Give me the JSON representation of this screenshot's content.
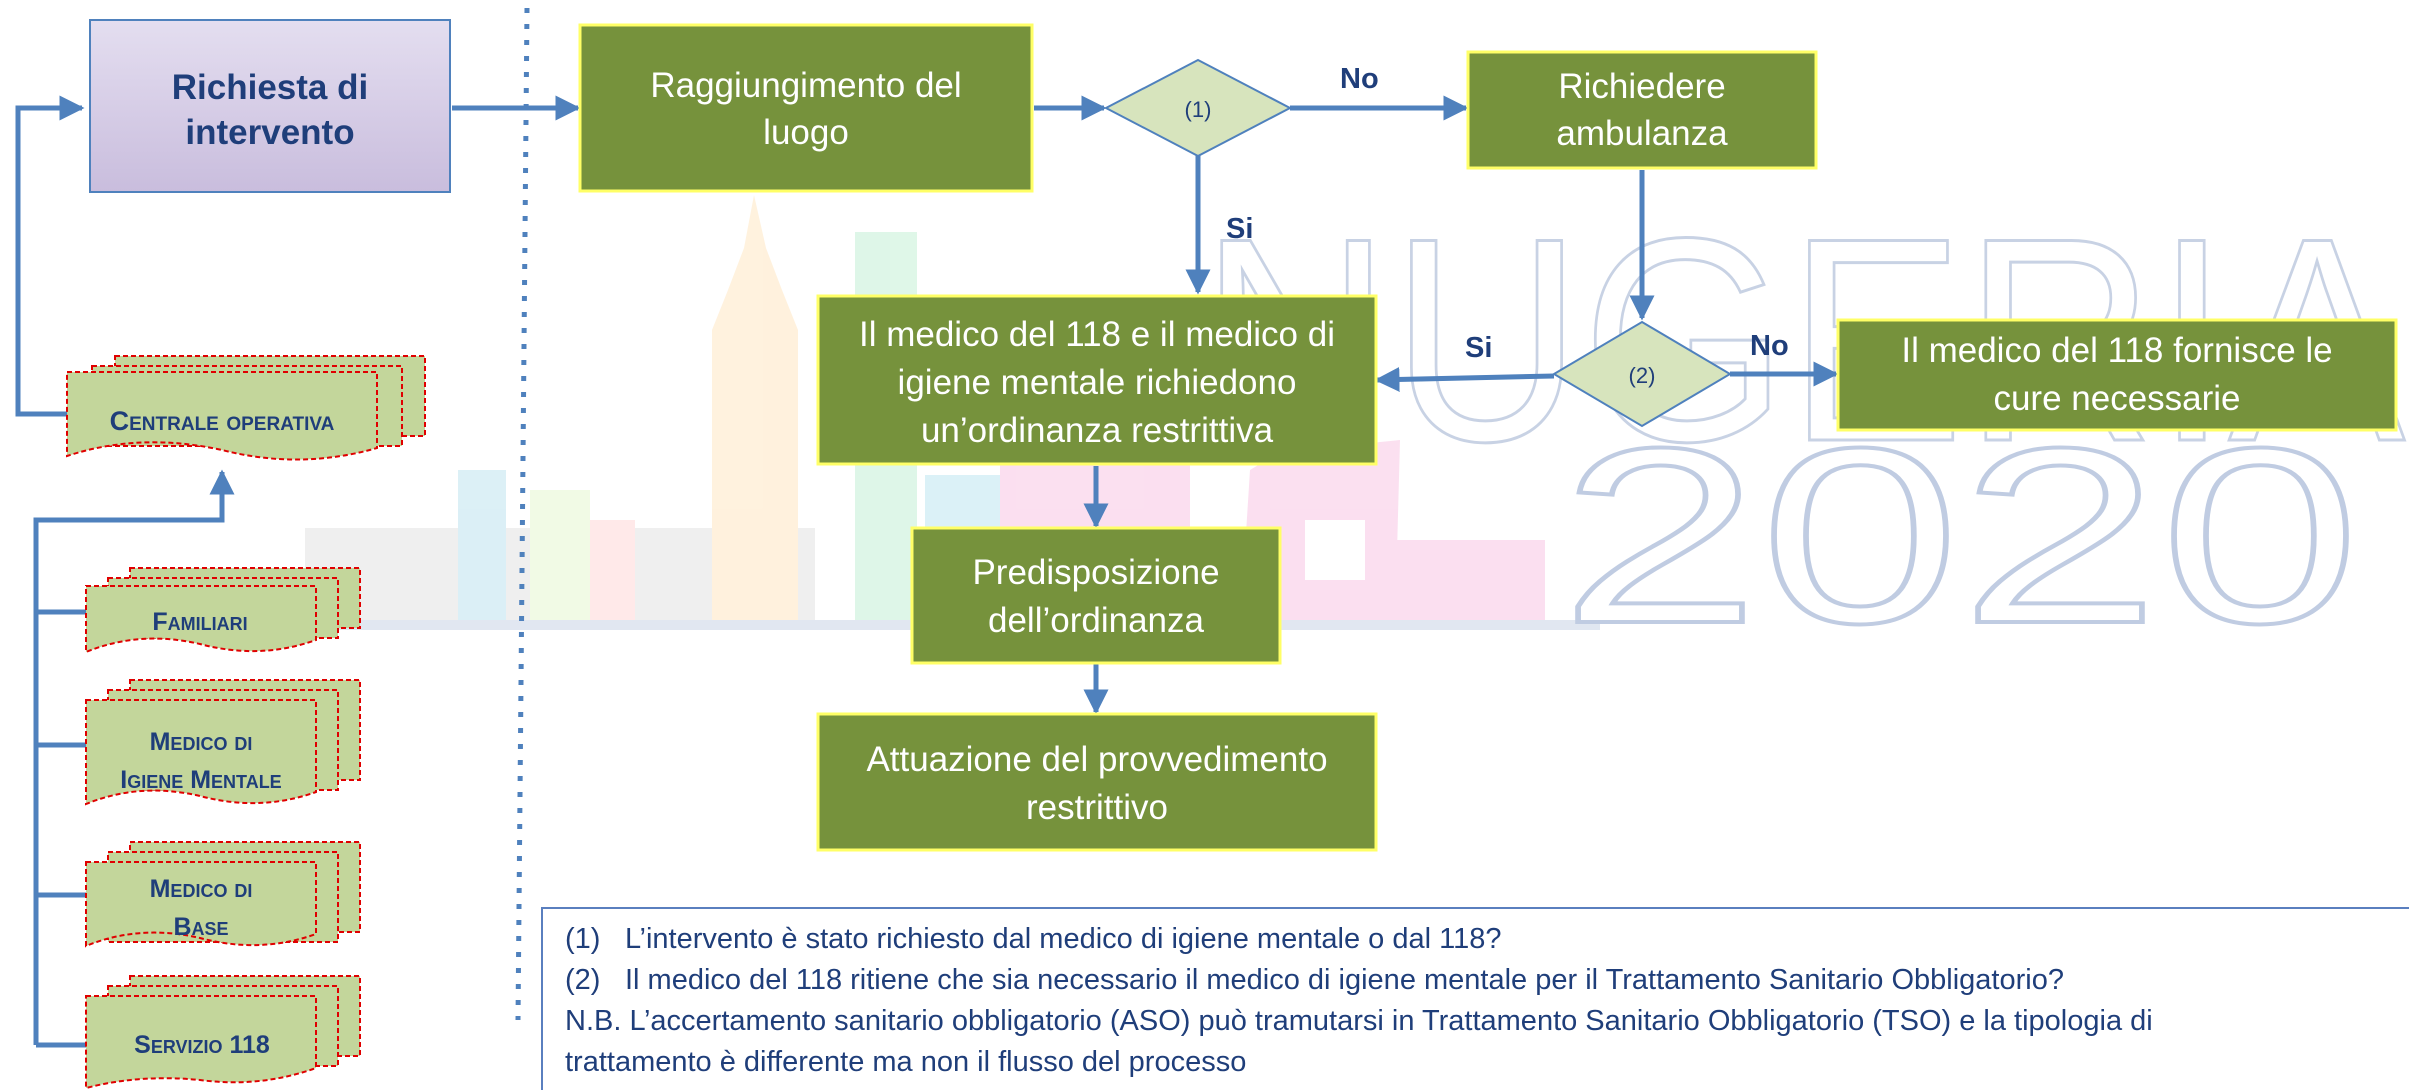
{
  "watermark": {
    "top": "NUGERIA",
    "bottom": "2020"
  },
  "sources": {
    "request": [
      "Richiesta di",
      "intervento"
    ],
    "central": "Centrale operativa",
    "family": "Familiari",
    "mental": [
      "Medico di",
      "Igiene Mentale"
    ],
    "base": [
      "Medico di",
      "Base"
    ],
    "service": "Servizio 118"
  },
  "flow": {
    "reach": [
      "Raggiungimento del",
      "luogo"
    ],
    "decision1": "(1)",
    "decision2": "(2)",
    "ambulance": [
      "Richiedere",
      "ambulanza"
    ],
    "order_request": [
      "Il medico del 118 e il medico di",
      "igiene mentale richiedono",
      "un’ordinanza restrittiva"
    ],
    "care": [
      "Il medico del 118 fornisce le",
      "cure necessarie"
    ],
    "prepare": [
      "Predisposizione",
      "dell’ordinanza"
    ],
    "execute": [
      "Attuazione  del provvedimento",
      "restrittivo"
    ],
    "label_no_1": "No",
    "label_si_1": "Si",
    "label_si_2": "Si",
    "label_no_2": "No"
  },
  "notes": {
    "q1_num": "(1)",
    "q1": "L’intervento è stato richiesto dal medico di igiene mentale o dal 118?",
    "q2_num": "(2)",
    "q2": "Il medico del 118 ritiene che sia necessario il medico di igiene mentale per il Trattamento Sanitario Obbligatorio?",
    "nb1": "N.B. L’accertamento sanitario obbligatorio (ASO) può tramutarsi in Trattamento Sanitario Obbligatorio (TSO) e la tipologia di",
    "nb2": "trattamento è differente ma non il flusso del processo"
  },
  "colors": {
    "green_box": "#76923c",
    "box_border": "#ffff66",
    "diamond": "#d7e4bd",
    "arrow": "#4f81bd",
    "label_text": "#1f3e7a",
    "tab_fill": "#c3d69b",
    "tab_border": "#e00000",
    "request_fill": "#d8d0e6"
  }
}
